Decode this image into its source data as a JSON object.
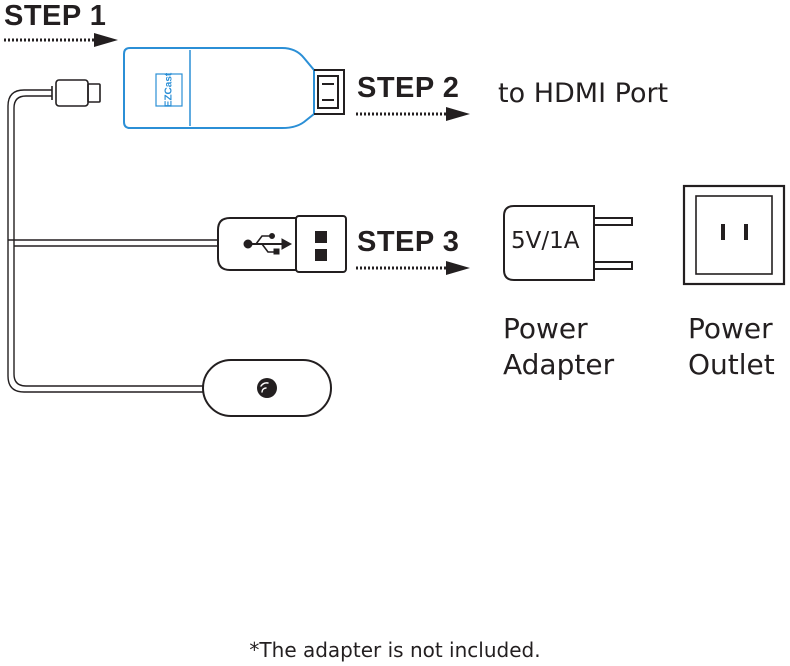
{
  "steps": {
    "step1": "STEP 1",
    "step2": "STEP 2",
    "step3": "STEP 3"
  },
  "dongle": {
    "brand": "EZCast"
  },
  "hdmi_target": "to HDMI Port",
  "adapter": {
    "rating": "5V/1A",
    "label_line1": "Power",
    "label_line2": "Adapter"
  },
  "outlet": {
    "label_line1": "Power",
    "label_line2": "Outlet"
  },
  "footnote": "*The adapter is not included.",
  "colors": {
    "dongle_outline": "#2b8fd6",
    "ink": "#231f20"
  }
}
